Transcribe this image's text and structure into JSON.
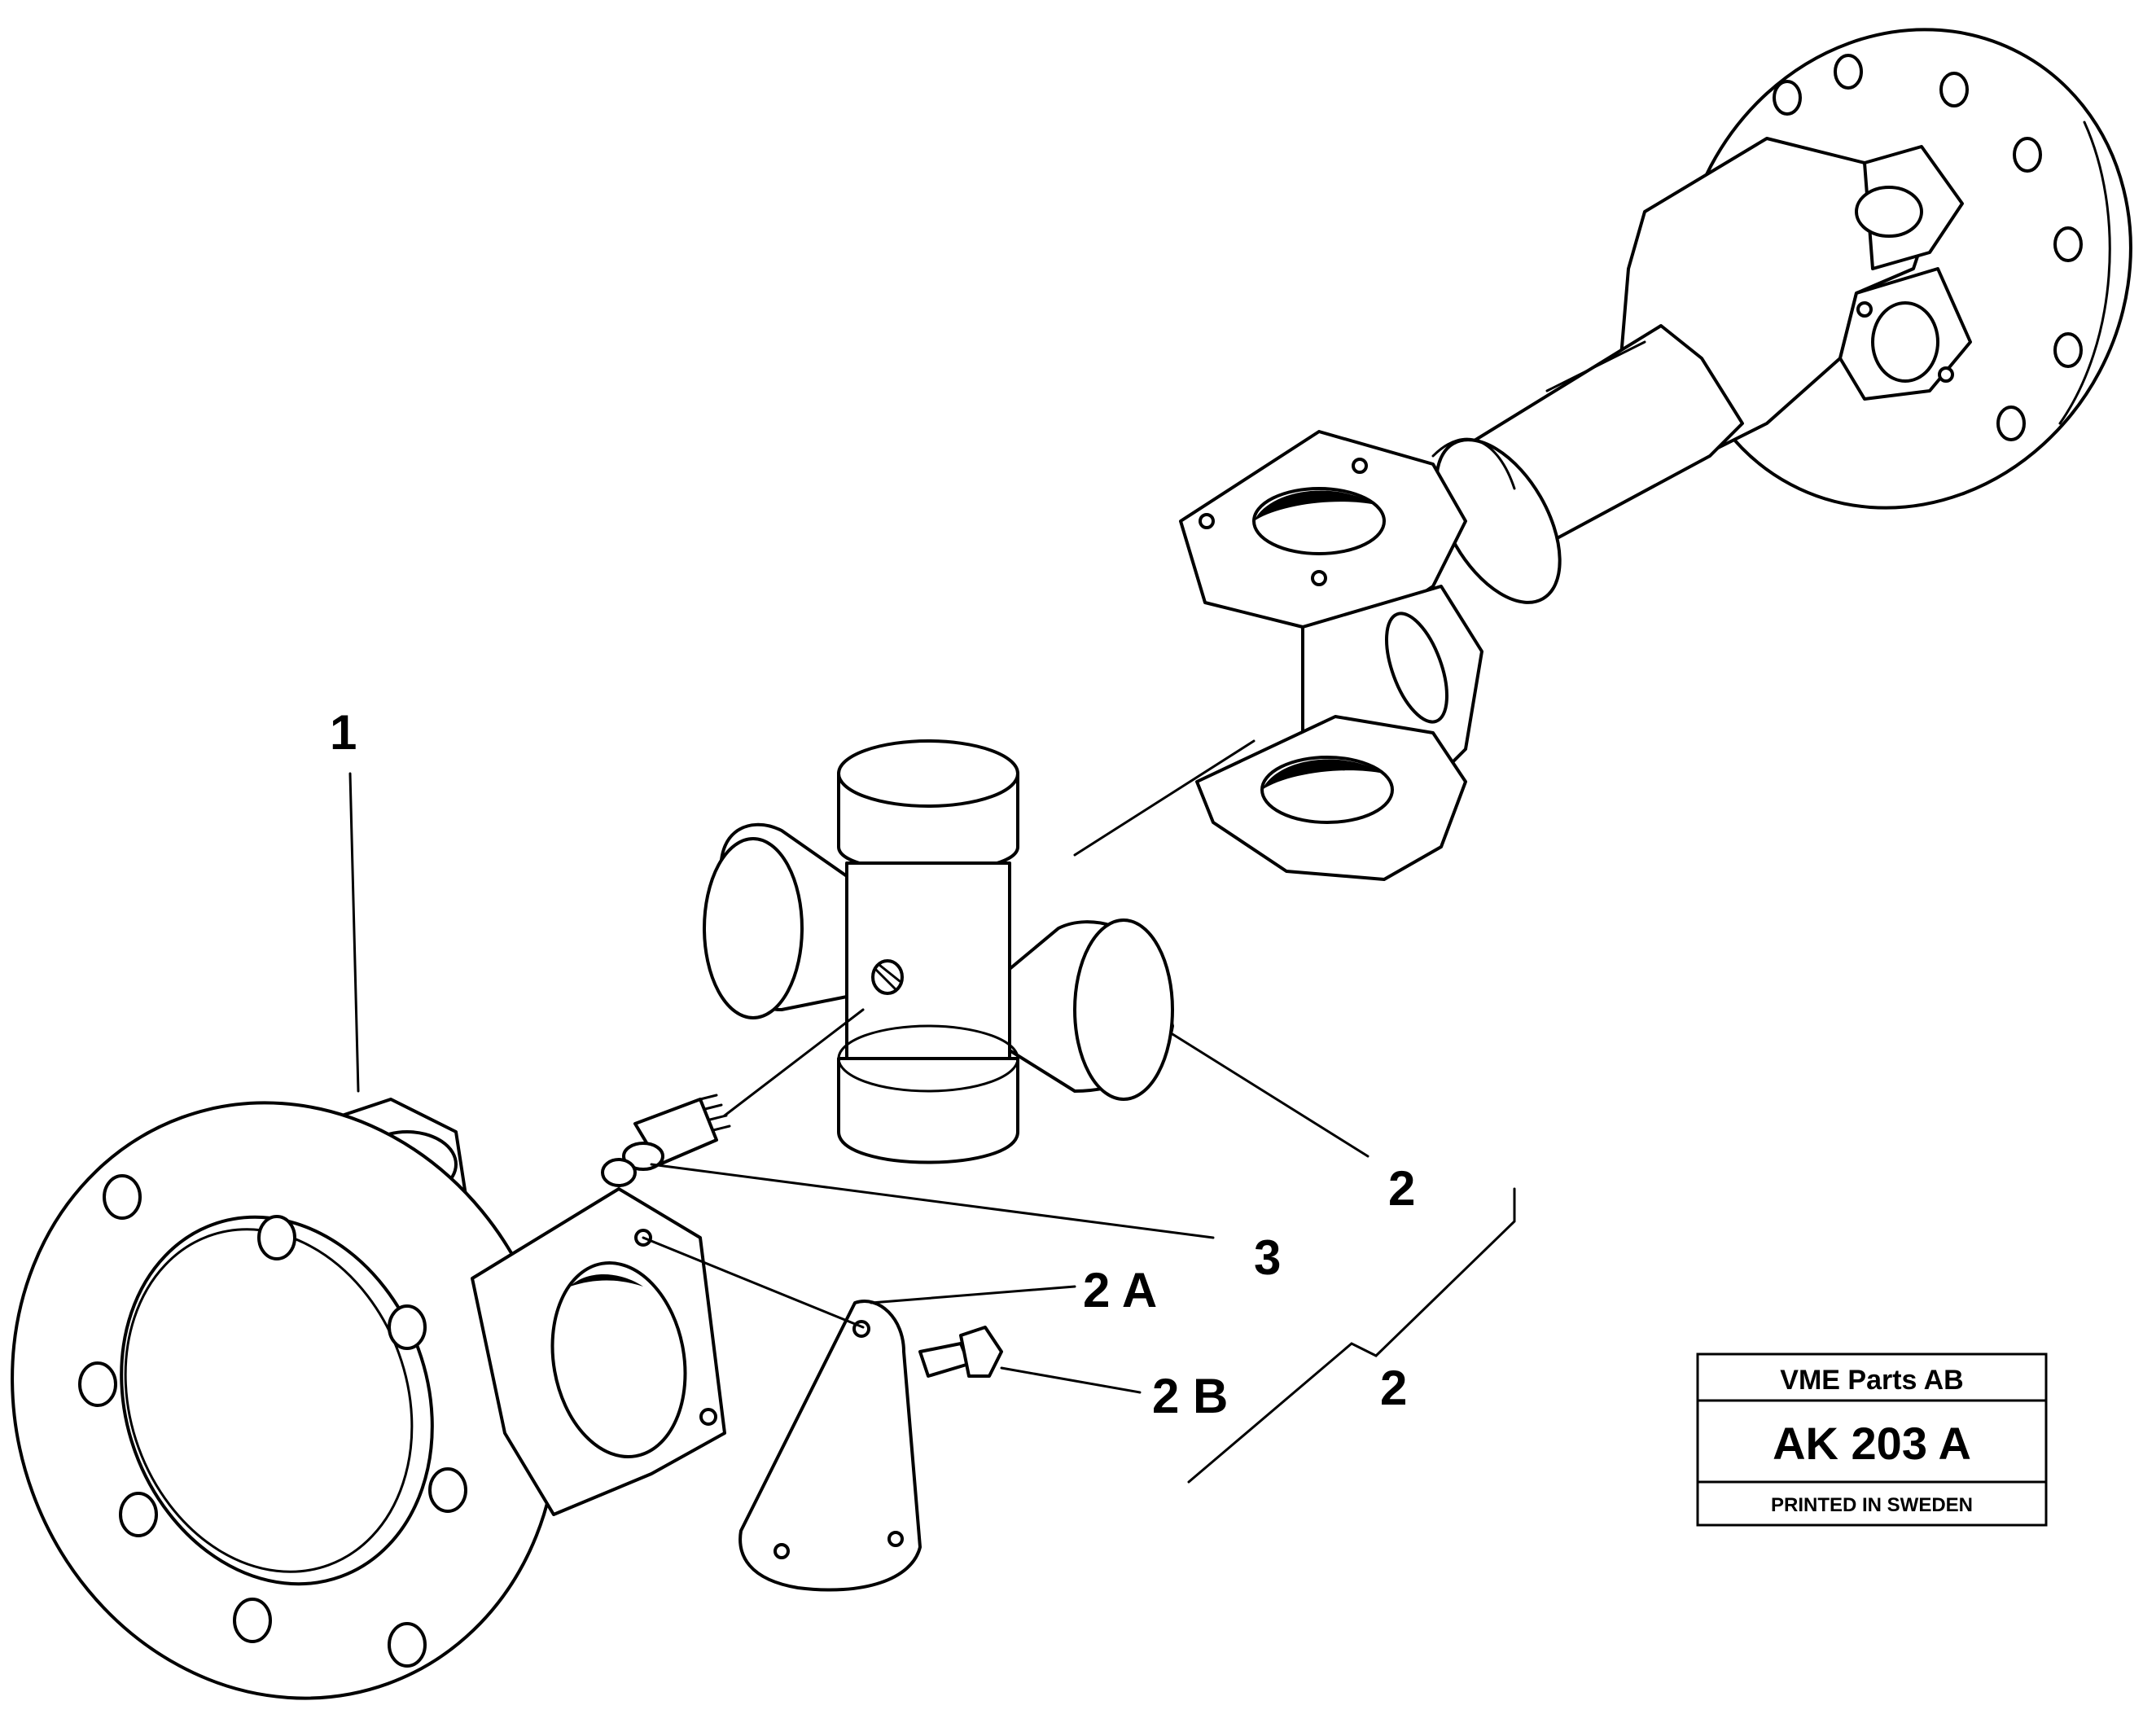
{
  "callouts": {
    "c1": "1",
    "c2_cross": "2",
    "c3": "3",
    "c2a": "2 A",
    "c2b": "2 B",
    "c2_bracket": "2"
  },
  "stamp": {
    "company": "VME Parts AB",
    "code": "AK 203 A",
    "printed": "PRINTED IN SWEDEN"
  },
  "colors": {
    "ink": "#000000",
    "paper": "#ffffff"
  }
}
